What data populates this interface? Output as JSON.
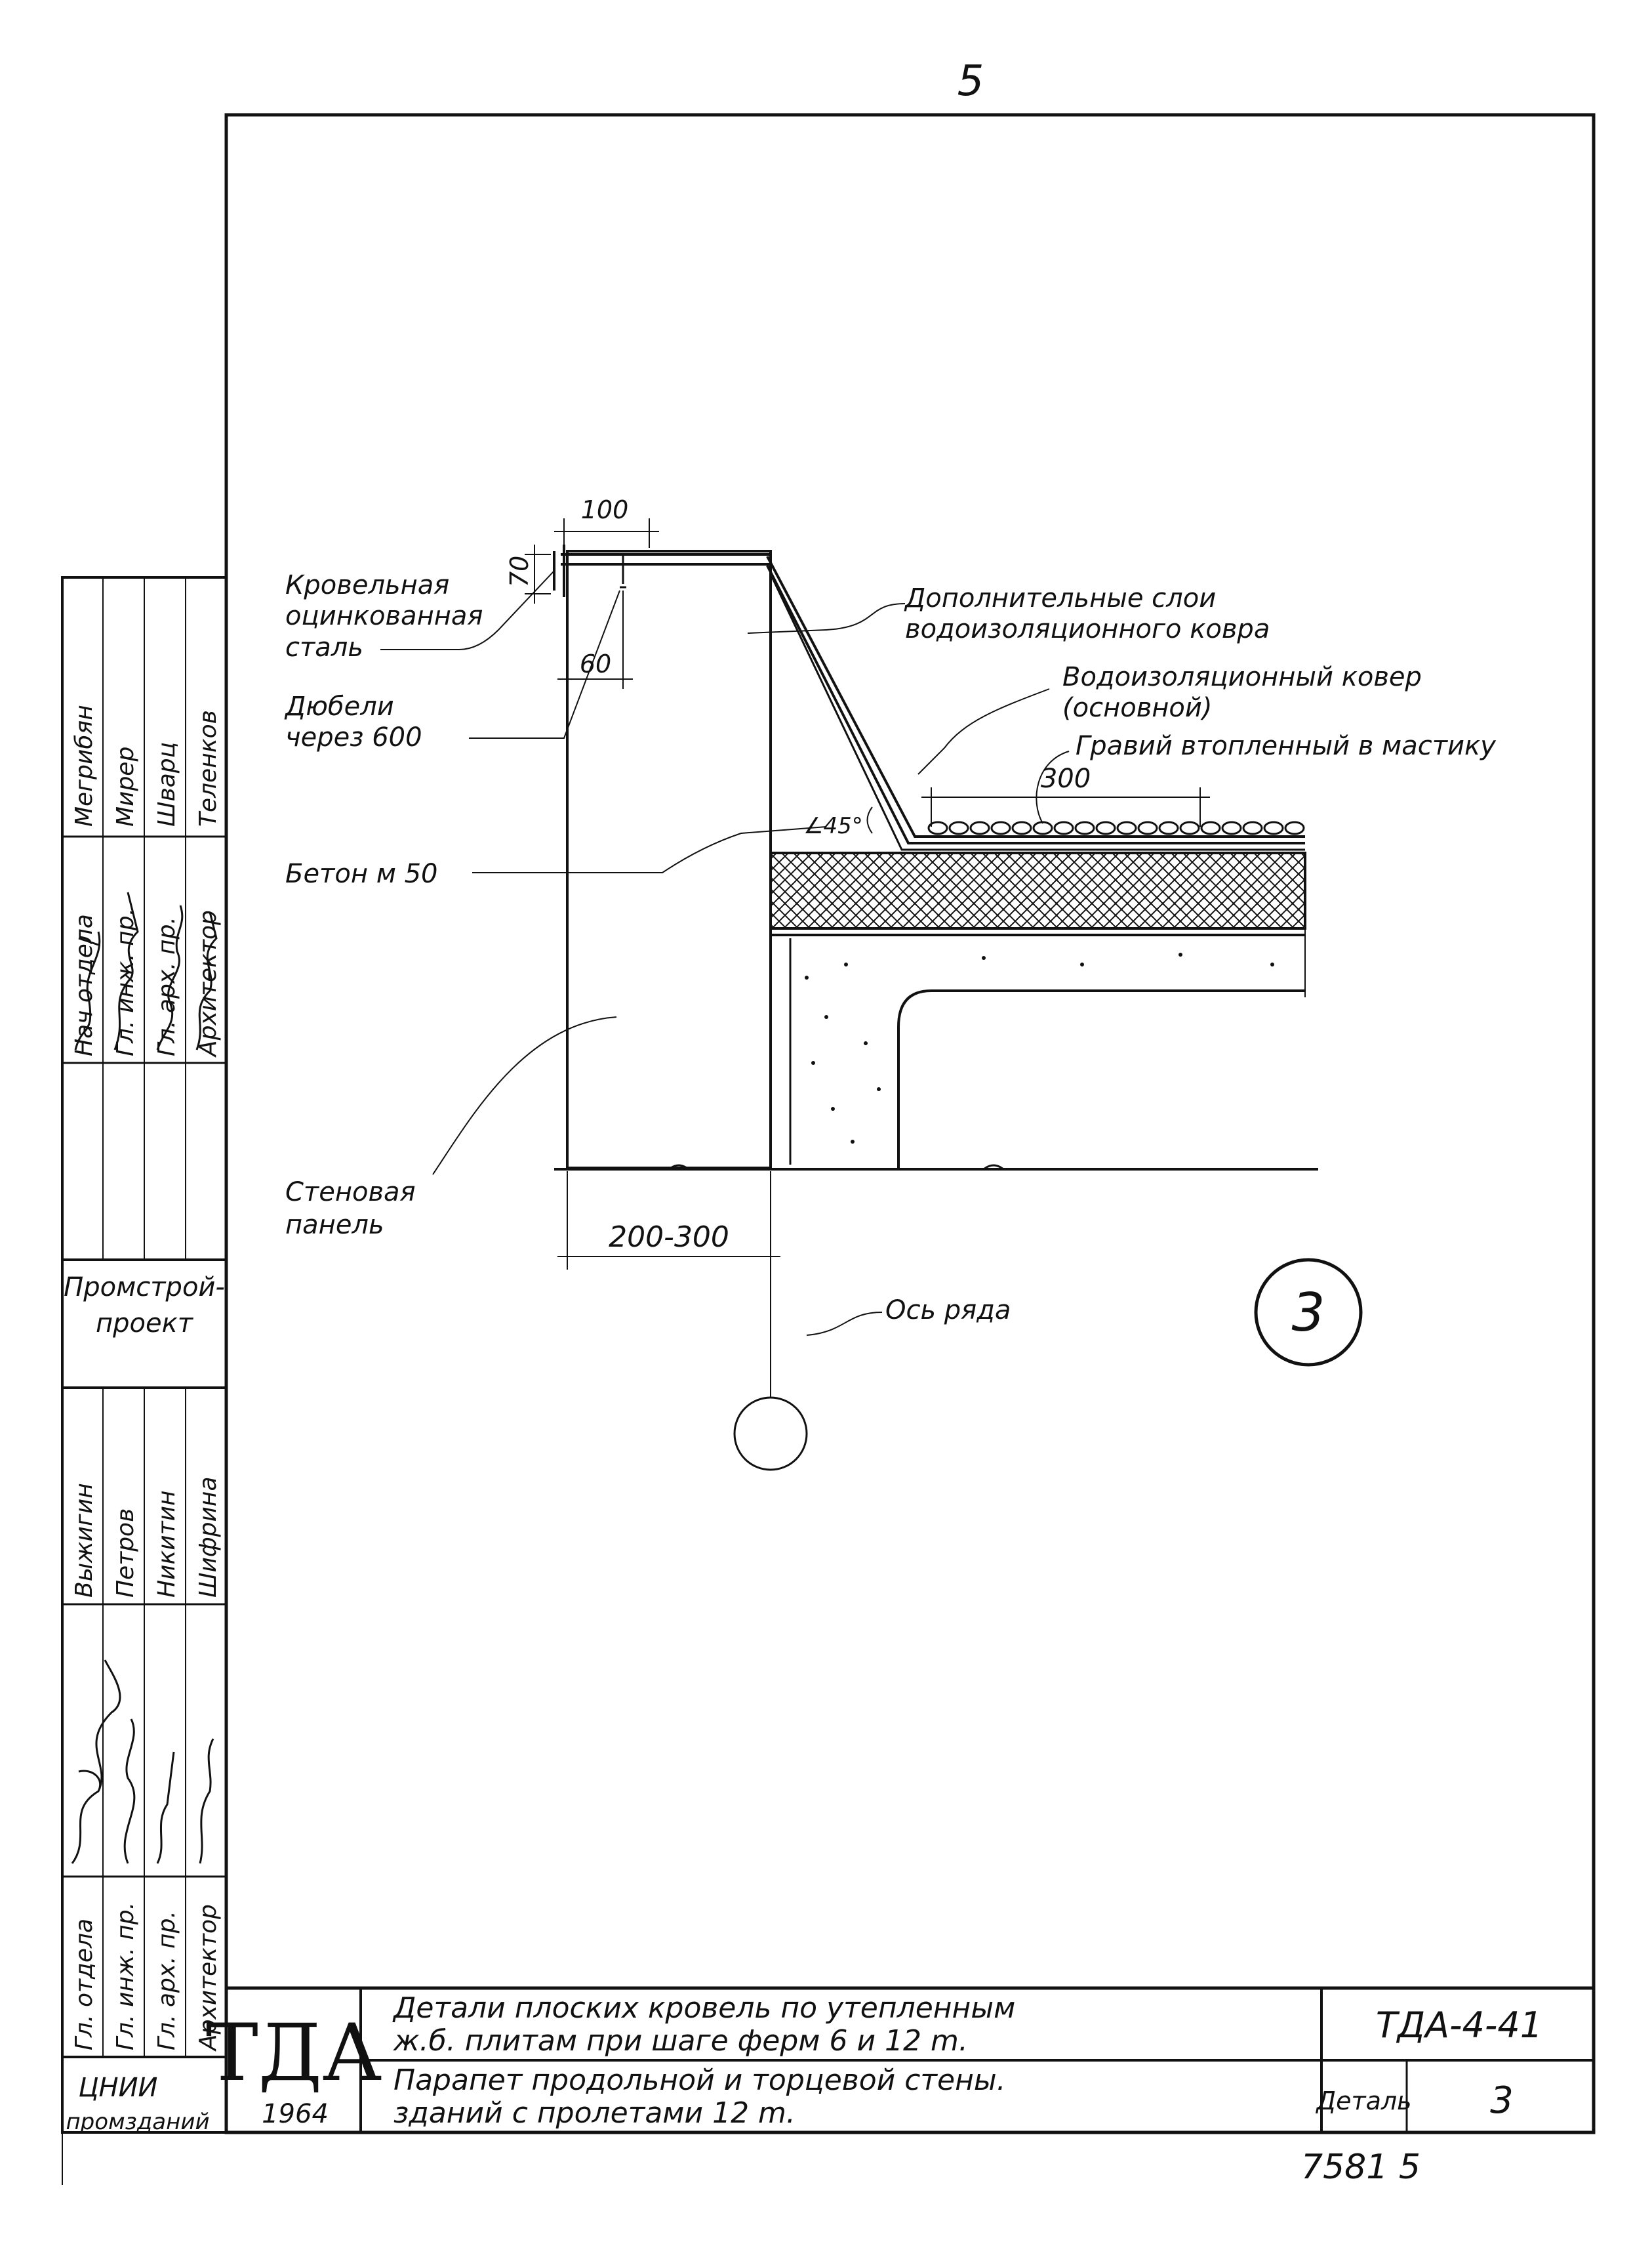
{
  "page_number": "5",
  "drawing": {
    "labels": {
      "roof_steel_1": "Кровельная",
      "roof_steel_2": "оцинкованная",
      "roof_steel_3": "сталь",
      "dowels_1": "Дюбели",
      "dowels_2": "через 600",
      "concrete": "Бетон м 50",
      "wall_panel_1": "Стеновая",
      "wall_panel_2": "панель",
      "extra_layers_1": "Дополнительные слои",
      "extra_layers_2": "водоизоляционного ковра",
      "main_carpet_1": "Водоизоляционный ковер",
      "main_carpet_2": "(основной)",
      "gravel": "Гравий втопленный в мастику",
      "axis": "Ось ряда"
    },
    "dimensions": {
      "d100": "100",
      "d70": "70",
      "d60": "60",
      "d300": "300",
      "angle": "∠45°",
      "wall_width": "200-300"
    },
    "detail_marker": "3"
  },
  "approvals_top": {
    "org": [
      "Промстрой-",
      "проект"
    ],
    "rows": [
      {
        "role": "Нач отдела",
        "name": "Мегрибян"
      },
      {
        "role": "Гл. инж. пр.",
        "name": "Мирер"
      },
      {
        "role": "Гл. арх. пр.",
        "name": "Шварц"
      },
      {
        "role": "Архитектор",
        "name": "Теленков"
      }
    ]
  },
  "approvals_bottom": {
    "org": [
      "ЦНИИ",
      "промзданий"
    ],
    "rows": [
      {
        "role": "Гл. отдела",
        "name": "Выжигин"
      },
      {
        "role": "Гл. инж. пр.",
        "name": "Петров"
      },
      {
        "role": "Гл. арх. пр.",
        "name": "Никитин"
      },
      {
        "role": "Архитектор",
        "name": "Шифрина"
      }
    ]
  },
  "title_block": {
    "logo": "ТДА",
    "year": "1964",
    "title_line1": "Детали плоских кровель по утепленным",
    "title_line2": "ж.б. плитам при шаге ферм 6 и 12 m.",
    "subtitle_line1": "Парапет продольной и торцевой стены.",
    "subtitle_line2": "зданий с пролетами 12 m.",
    "code": "ТДА-4-41",
    "detail_label": "Деталь",
    "detail_number": "3"
  },
  "footer_number": "7581 5"
}
